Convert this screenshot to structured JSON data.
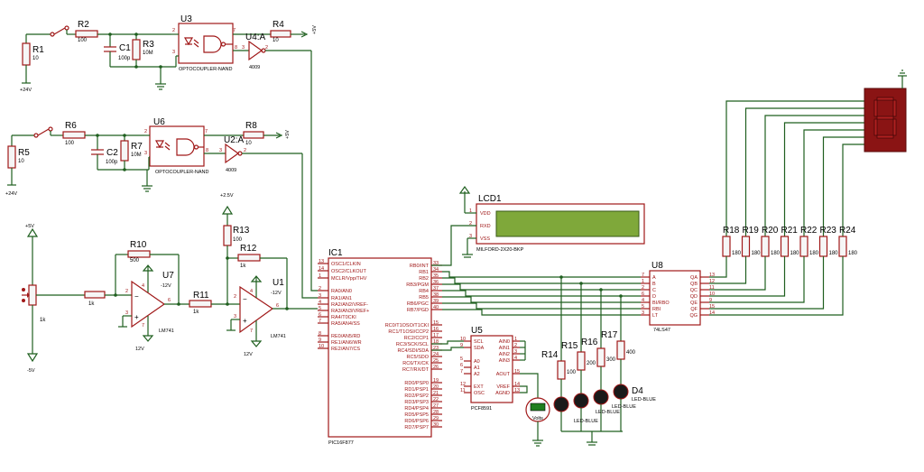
{
  "components": {
    "r1": {
      "ref": "R1",
      "val": "10"
    },
    "r2": {
      "ref": "R2",
      "val": "100"
    },
    "c1": {
      "ref": "C1",
      "val": "100p"
    },
    "r3": {
      "ref": "R3",
      "val": "10M"
    },
    "u3": {
      "ref": "U3",
      "type": "OPTOCOUPLER-NAND"
    },
    "u4": {
      "ref": "U4:A",
      "type": "4009"
    },
    "r4": {
      "ref": "R4",
      "val": "10"
    },
    "r5": {
      "ref": "R5",
      "val": "10"
    },
    "r6": {
      "ref": "R6",
      "val": "100"
    },
    "c2": {
      "ref": "C2",
      "val": "100p"
    },
    "r7": {
      "ref": "R7",
      "val": "10M"
    },
    "u6": {
      "ref": "U6",
      "type": "OPTOCOUPLER-NAND"
    },
    "u2": {
      "ref": "U2:A",
      "type": "4009"
    },
    "r8": {
      "ref": "R8",
      "val": "10"
    },
    "r10": {
      "ref": "R10",
      "val": "500"
    },
    "u7": {
      "ref": "U7",
      "type": "LM741",
      "vneg": "-12V",
      "vpos": "12V"
    },
    "r11": {
      "ref": "R11",
      "val": "1k"
    },
    "r12": {
      "ref": "R12",
      "val": "1k"
    },
    "r13": {
      "ref": "R13",
      "val": "100"
    },
    "u1": {
      "ref": "U1",
      "type": "LM741",
      "vneg": "-12V",
      "vpos": "12V"
    },
    "pot": {
      "val": "1k"
    },
    "rin": {
      "val": "1k"
    },
    "ic1": {
      "ref": "IC1",
      "type": "PIC16F877"
    },
    "lcd1": {
      "ref": "LCD1",
      "type": "MILFORD-2X20-BKP"
    },
    "u5": {
      "ref": "U5",
      "type": "PCF8591"
    },
    "u8": {
      "ref": "U8",
      "type": "74LS47"
    },
    "r14": {
      "ref": "R14",
      "val": "100"
    },
    "r15": {
      "ref": "R15",
      "val": "200"
    },
    "r16": {
      "ref": "R16",
      "val": "300"
    },
    "r17": {
      "ref": "R17",
      "val": "400"
    },
    "d4": {
      "ref": "D4",
      "type": "LED-BLUE"
    },
    "led_label": "LED-BLUE",
    "volts": "Volts",
    "seg_r": [
      {
        "ref": "R18",
        "val": "180"
      },
      {
        "ref": "R19",
        "val": "180"
      },
      {
        "ref": "R20",
        "val": "180"
      },
      {
        "ref": "R21",
        "val": "180"
      },
      {
        "ref": "R22",
        "val": "180"
      },
      {
        "ref": "R23",
        "val": "180"
      },
      {
        "ref": "R24",
        "val": "180"
      }
    ]
  },
  "power": {
    "p24": "+24V",
    "p5": "+5V",
    "p25": "+2.5V",
    "n5": "-5V",
    "n12": "-12V",
    "p12": "12V"
  },
  "ic1_pins_left": [
    {
      "num": "13",
      "name": "OSC1/CLKIN"
    },
    {
      "num": "14",
      "name": "OSC2/CLKOUT"
    },
    {
      "num": "1",
      "name": "MCLR/Vpp/THV"
    },
    {
      "num": "2",
      "name": "RA0/AN0"
    },
    {
      "num": "3",
      "name": "RA1/AN1"
    },
    {
      "num": "4",
      "name": "RA2/AN2/VREF-"
    },
    {
      "num": "5",
      "name": "RA3/AN3/VREF+"
    },
    {
      "num": "6",
      "name": "RA4/T0CKI"
    },
    {
      "num": "7",
      "name": "RA5/AN4/SS"
    },
    {
      "num": "8",
      "name": "RE0/AN5/RD"
    },
    {
      "num": "9",
      "name": "RE1/AN6/WR"
    },
    {
      "num": "10",
      "name": "RE2/AN7/CS"
    }
  ],
  "ic1_pins_right_b": [
    {
      "num": "33",
      "name": "RB0/INT"
    },
    {
      "num": "34",
      "name": "RB1"
    },
    {
      "num": "35",
      "name": "RB2"
    },
    {
      "num": "36",
      "name": "RB3/PGM"
    },
    {
      "num": "37",
      "name": "RB4"
    },
    {
      "num": "38",
      "name": "RB5"
    },
    {
      "num": "39",
      "name": "RB6/PGC"
    },
    {
      "num": "40",
      "name": "RB7/PGD"
    }
  ],
  "ic1_pins_right_c": [
    {
      "num": "15",
      "name": "RC0/T1OSO/T1CKI"
    },
    {
      "num": "16",
      "name": "RC1/T1OSI/CCP2"
    },
    {
      "num": "17",
      "name": "RC2/CCP1"
    },
    {
      "num": "18",
      "name": "RC3/SCK/SCL"
    },
    {
      "num": "23",
      "name": "RC4/SDI/SDA"
    },
    {
      "num": "24",
      "name": "RC5/SDO"
    },
    {
      "num": "25",
      "name": "RC6/TX/CK"
    },
    {
      "num": "26",
      "name": "RC7/RX/DT"
    }
  ],
  "ic1_pins_right_d": [
    {
      "num": "19",
      "name": "RD0/PSP0"
    },
    {
      "num": "20",
      "name": "RD1/PSP1"
    },
    {
      "num": "21",
      "name": "RD2/PSP2"
    },
    {
      "num": "22",
      "name": "RD3/PSP3"
    },
    {
      "num": "27",
      "name": "RD4/PSP4"
    },
    {
      "num": "28",
      "name": "RD5/PSP5"
    },
    {
      "num": "29",
      "name": "RD6/PSP6"
    },
    {
      "num": "30",
      "name": "RD7/PSP7"
    }
  ],
  "lcd_pins": [
    {
      "num": "1",
      "name": "VDD"
    },
    {
      "num": "2",
      "name": "RXD"
    },
    {
      "num": "3",
      "name": "VSS"
    }
  ],
  "u5_pins_left": [
    {
      "num": "10",
      "name": "SCL"
    },
    {
      "num": "9",
      "name": "SDA"
    },
    {
      "num": "5",
      "name": "A0"
    },
    {
      "num": "6",
      "name": "A1"
    },
    {
      "num": "7",
      "name": "A2"
    },
    {
      "num": "12",
      "name": "EXT"
    },
    {
      "num": "11",
      "name": "OSC"
    }
  ],
  "u5_pins_right": [
    {
      "num": "1",
      "name": "AIN0"
    },
    {
      "num": "2",
      "name": "AIN1"
    },
    {
      "num": "3",
      "name": "AIN2"
    },
    {
      "num": "4",
      "name": "AIN3"
    },
    {
      "num": "15",
      "name": "AOUT"
    },
    {
      "num": "14",
      "name": "VREF"
    },
    {
      "num": "13",
      "name": "AGND"
    }
  ],
  "u8_pins_left": [
    {
      "num": "7",
      "name": "A"
    },
    {
      "num": "1",
      "name": "B"
    },
    {
      "num": "2",
      "name": "C"
    },
    {
      "num": "6",
      "name": "D"
    },
    {
      "num": "4",
      "name": "BI/RBO"
    },
    {
      "num": "5",
      "name": "RBI"
    },
    {
      "num": "3",
      "name": "LT"
    }
  ],
  "u8_pins_right": [
    {
      "num": "13",
      "name": "QA"
    },
    {
      "num": "12",
      "name": "QB"
    },
    {
      "num": "11",
      "name": "QC"
    },
    {
      "num": "10",
      "name": "QD"
    },
    {
      "num": "9",
      "name": "QE"
    },
    {
      "num": "15",
      "name": "QF"
    },
    {
      "num": "14",
      "name": "QG"
    }
  ],
  "pin_nums": {
    "u3_in": "2",
    "u3_in2": "3",
    "u3_out": "7",
    "u3_out2": "8",
    "u6_in": "2",
    "u6_in2": "3",
    "u6_out": "7",
    "u6_out2": "8",
    "u4_in": "3",
    "u4_out": "2",
    "u2_in": "3",
    "u2_out": "2",
    "u7_inv": "2",
    "u7_non": "3",
    "u7_out": "6",
    "u7_v4": "4",
    "u7_v7": "7",
    "u1_inv": "2",
    "u1_non": "3",
    "u1_out": "6",
    "u1_v4": "4",
    "u1_v7": "7"
  }
}
